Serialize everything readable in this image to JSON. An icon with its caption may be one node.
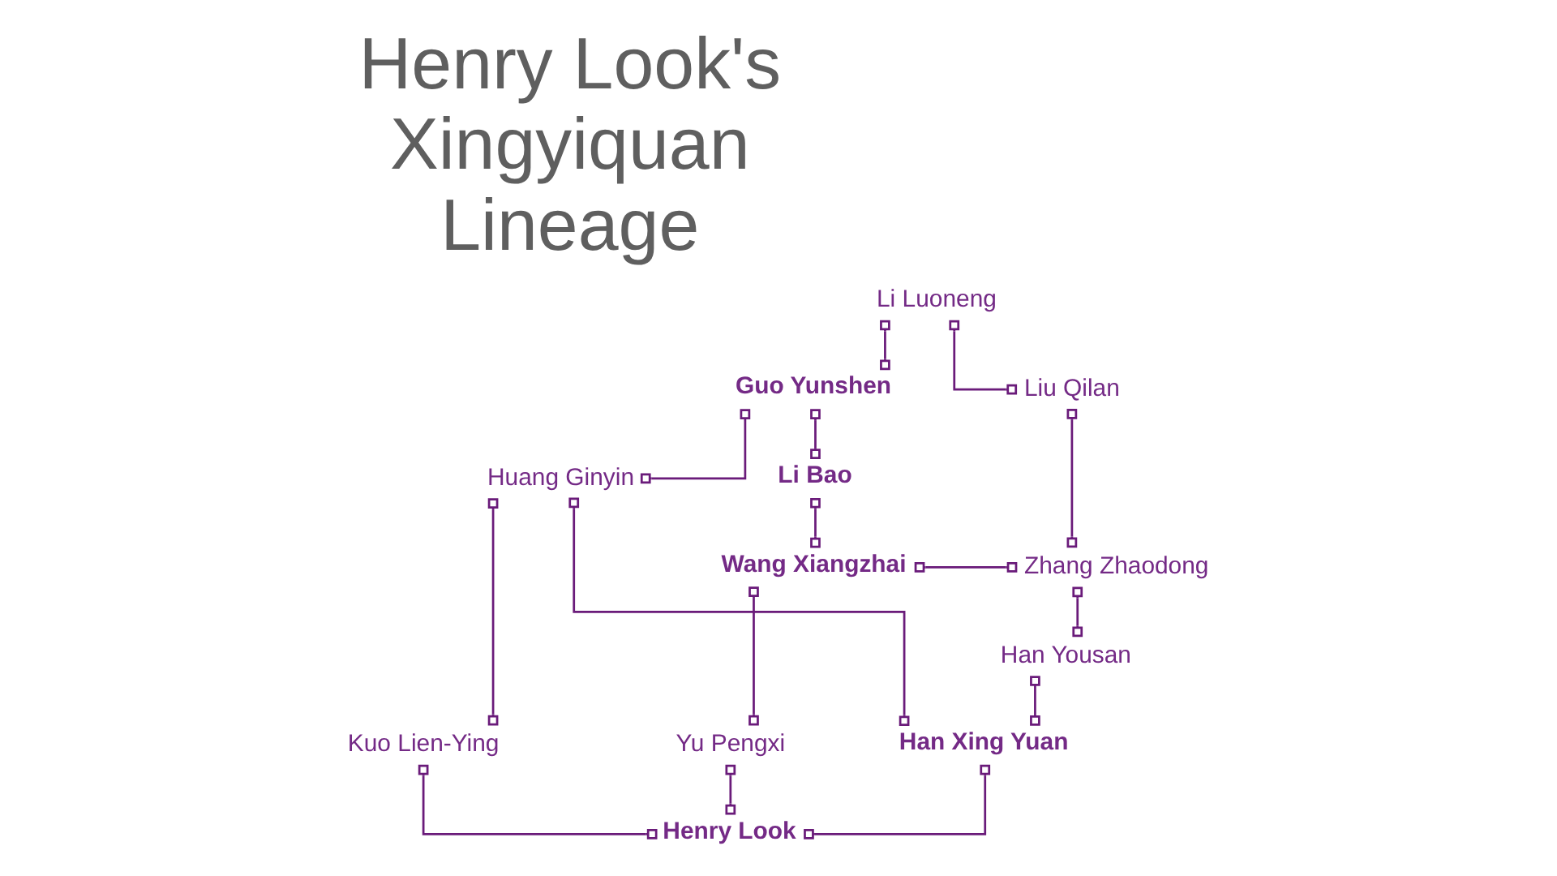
{
  "diagram": {
    "title": "Henry Look's Xingyiquan Lineage",
    "nodes": [
      {
        "text": [
          "Li Luoneng"
        ]
      },
      {
        "text": [
          "Guo Yunshen"
        ]
      },
      {
        "text": [
          "Liu Qilan"
        ]
      },
      {
        "text": [
          "Huang Ginyin"
        ]
      },
      {
        "text": [
          "Li Bao"
        ]
      },
      {
        "text": [
          "Wang Xiangzhai"
        ]
      },
      {
        "text": [
          "Zhang Zhaodong"
        ]
      },
      {
        "text": [
          "Han Yousan"
        ]
      },
      {
        "text": [
          "Kuo Lien-Ying"
        ]
      },
      {
        "text": [
          "Yu Pengxi"
        ]
      },
      {
        "text": [
          "Han Xing Yuan"
        ]
      },
      {
        "text": [
          "Henry Look"
        ]
      }
    ],
    "edges": [
      {
        "from": 0,
        "to": 1,
        "arrow": "other"
      },
      {
        "from": 0,
        "to": 2,
        "arrow": "other"
      },
      {
        "from": 1,
        "to": 3,
        "arrow": "other"
      },
      {
        "from": 1,
        "to": 4,
        "arrow": "other"
      },
      {
        "from": 4,
        "to": 5,
        "arrow": "other"
      },
      {
        "from": 2,
        "to": 6,
        "arrow": "other"
      },
      {
        "from": 5,
        "to": 6,
        "arrow": "other"
      },
      {
        "from": 6,
        "to": 7,
        "arrow": "other"
      },
      {
        "from": 3,
        "to": 8,
        "arrow": "other"
      },
      {
        "from": 3,
        "to": 10,
        "arrow": "other"
      },
      {
        "from": 7,
        "to": 10,
        "arrow": "other"
      },
      {
        "from": 5,
        "to": 9,
        "arrow": "other"
      },
      {
        "from": 8,
        "to": 11,
        "arrow": "other"
      },
      {
        "from": 9,
        "to": 11,
        "arrow": "other"
      },
      {
        "from": 10,
        "to": 11,
        "arrow": "other"
      }
    ]
  }
}
